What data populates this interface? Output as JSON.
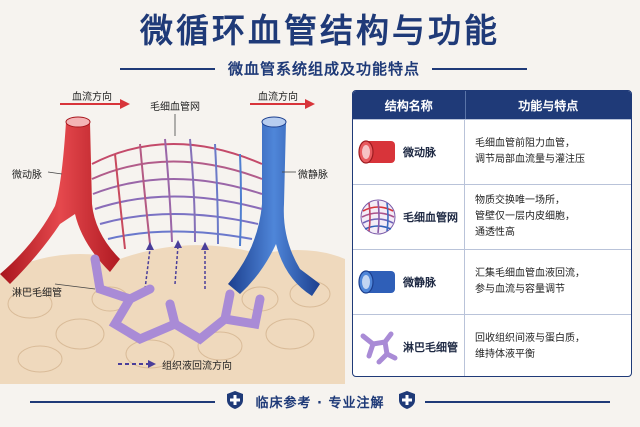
{
  "title": "微循环血管结构与功能",
  "subtitle": "微血管系统组成及功能特点",
  "diagram_labels": {
    "flow_in": "血流方向",
    "flow_out": "血流方向",
    "capillary_net": "毛细血管网",
    "arteriole": "微动脉",
    "venule": "微静脉",
    "lymph": "淋巴毛细管",
    "fluid_return": "组织液回流方向"
  },
  "table": {
    "headers": [
      "结构名称",
      "功能与特点"
    ],
    "rows": [
      {
        "icon": "arteriole-icon",
        "name": "微动脉",
        "lines": [
          "毛细血管前阻力血管，",
          "调节局部血流量与灌注压"
        ]
      },
      {
        "icon": "capillary-net-icon",
        "name": "毛细血管网",
        "lines": [
          "物质交换唯一场所，",
          "管壁仅一层内皮细胞，",
          "通透性高"
        ]
      },
      {
        "icon": "venule-icon",
        "name": "微静脉",
        "lines": [
          "汇集毛细血管血液回流，",
          "参与血流与容量调节"
        ]
      },
      {
        "icon": "lymph-capillary-icon",
        "name": "淋巴毛细管",
        "lines": [
          "回收组织间液与蛋白质，",
          "维持体液平衡"
        ]
      }
    ]
  },
  "footer": "临床参考 · 专业注解",
  "colors": {
    "primary": "#1f3a78",
    "artery": "#d8343a",
    "vein": "#2f5fb8",
    "lymph": "#a98bd6"
  }
}
